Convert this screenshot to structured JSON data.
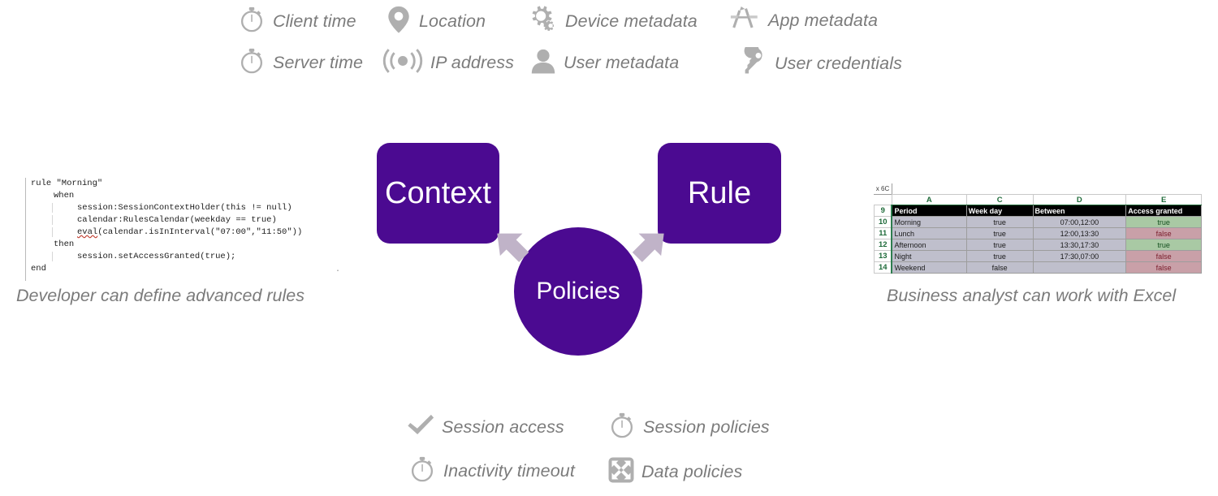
{
  "context_inputs": [
    {
      "label": "Client time",
      "icon": "stopwatch-icon"
    },
    {
      "label": "Location",
      "icon": "map-pin-icon"
    },
    {
      "label": "Device metadata",
      "icon": "gears-icon"
    },
    {
      "label": "App metadata",
      "icon": "app-store-icon"
    },
    {
      "label": "Server time",
      "icon": "stopwatch-icon"
    },
    {
      "label": "IP address",
      "icon": "broadcast-signal-icon"
    },
    {
      "label": "User metadata",
      "icon": "user-silhouette-icon"
    },
    {
      "label": "User credentials",
      "icon": "key-icon"
    }
  ],
  "nodes": {
    "context": "Context",
    "rule": "Rule",
    "policies": "Policies"
  },
  "outputs": [
    {
      "label": "Session access",
      "icon": "checkmark-icon"
    },
    {
      "label": "Session policies",
      "icon": "stopwatch-icon"
    },
    {
      "label": "Inactivity timeout",
      "icon": "stopwatch-icon"
    },
    {
      "label": "Data policies",
      "icon": "four-way-arrows-icon"
    }
  ],
  "code": {
    "caption": "Developer can define advanced rules",
    "lines": [
      "rule \"Morning\"",
      "when",
      "session:SessionContextHolder(this != null)",
      "calendar:RulesCalendar(weekday == true)",
      "eval(calendar.isInInterval(\"07:00\",\"11:50\"))",
      "then",
      "session.setAccessGranted(true);",
      "end"
    ],
    "l1": "rule \"Morning\"",
    "l2": "when",
    "l3": "session:SessionContextHolder(this != null)",
    "l4": "calendar:RulesCalendar(weekday == true)",
    "l5_a": "eval",
    "l5_b": "(calendar.isInInterval(\"07:00\",\"11:50\"))",
    "l6": "then",
    "l7": "session.setAccessGranted(true);",
    "l8": "end",
    "trailing_mark": "."
  },
  "excel": {
    "caption": "Business analyst can work with Excel",
    "name_box": "x 6C",
    "column_letters": [
      "A",
      "C",
      "D",
      "E"
    ],
    "row_numbers": [
      "9",
      "10",
      "11",
      "12",
      "13",
      "14"
    ],
    "headers": [
      "Period",
      "Week day",
      "Between",
      "Access granted"
    ],
    "rows": [
      {
        "period": "Morning",
        "week_day": "true",
        "between": "07:00,12:00",
        "access_granted": "true",
        "granted": true
      },
      {
        "period": "Lunch",
        "week_day": "true",
        "between": "12:00,13:30",
        "access_granted": "false",
        "granted": false
      },
      {
        "period": "Afternoon",
        "week_day": "true",
        "between": "13:30,17:30",
        "access_granted": "true",
        "granted": true
      },
      {
        "period": "Night",
        "week_day": "true",
        "between": "17:30,07:00",
        "access_granted": "false",
        "granted": false
      },
      {
        "period": "Weekend",
        "week_day": "false",
        "between": "",
        "access_granted": "false",
        "granted": false
      }
    ]
  },
  "colors": {
    "purple": "#4B0A91",
    "arrow_grey": "#C0B3C8",
    "icon_grey": "#AFAFAF",
    "text_grey": "#7B7B7B",
    "excel_cell": "#BFBFCC",
    "excel_green": "#A9C9A4",
    "excel_red": "#C9A0A8",
    "excel_header_text": "#1F6B3A"
  }
}
